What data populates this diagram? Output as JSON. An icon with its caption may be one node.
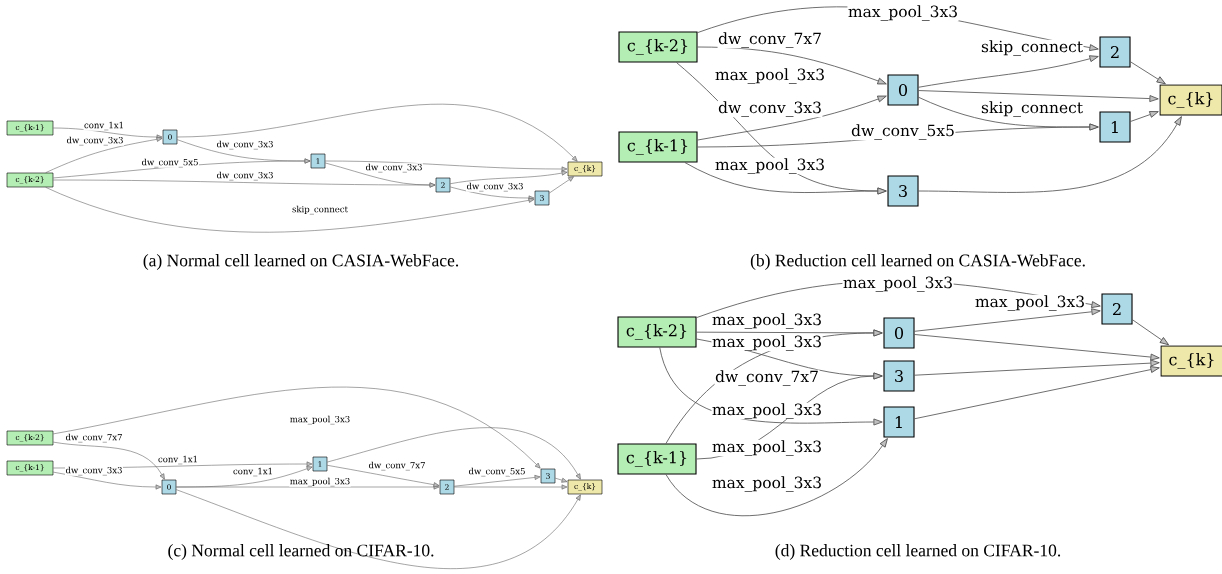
{
  "diagram": {
    "nodes": [
      {
        "text": [
          "c_{k-1}"
        ]
      },
      {
        "text": [
          "c_{k-2}"
        ]
      },
      {
        "text": [
          "0"
        ]
      },
      {
        "text": [
          "1"
        ]
      },
      {
        "text": [
          "2"
        ]
      },
      {
        "text": [
          "3"
        ]
      },
      {
        "text": [
          "c_{k}"
        ]
      },
      {
        "text": [
          "c_{k-2}"
        ]
      },
      {
        "text": [
          "c_{k-1}"
        ]
      },
      {
        "text": [
          "0"
        ]
      },
      {
        "text": [
          "2"
        ]
      },
      {
        "text": [
          "1"
        ]
      },
      {
        "text": [
          "3"
        ]
      },
      {
        "text": [
          "c_{k}"
        ]
      },
      {
        "text": [
          "c_{k-2}"
        ]
      },
      {
        "text": [
          "c_{k-1}"
        ]
      },
      {
        "text": [
          "0"
        ]
      },
      {
        "text": [
          "1"
        ]
      },
      {
        "text": [
          "2"
        ]
      },
      {
        "text": [
          "3"
        ]
      },
      {
        "text": [
          "c_{k}"
        ]
      },
      {
        "text": [
          "c_{k-2}"
        ]
      },
      {
        "text": [
          "c_{k-1}"
        ]
      },
      {
        "text": [
          "2"
        ]
      },
      {
        "text": [
          "0"
        ]
      },
      {
        "text": [
          "3"
        ]
      },
      {
        "text": [
          "1"
        ]
      },
      {
        "text": [
          "c_{k}"
        ]
      }
    ],
    "edges": [
      {
        "from": 0,
        "to": 2,
        "arrow": "to",
        "label": "conv_1x1"
      },
      {
        "from": 1,
        "to": 2,
        "arrow": "to",
        "label": "dw_conv_3x3"
      },
      {
        "from": 2,
        "to": 3,
        "arrow": "to",
        "label": "dw_conv_3x3"
      },
      {
        "from": 1,
        "to": 3,
        "arrow": "to",
        "label": "dw_conv_5x5"
      },
      {
        "from": 3,
        "to": 4,
        "arrow": "to",
        "label": "dw_conv_3x3"
      },
      {
        "from": 1,
        "to": 4,
        "arrow": "to",
        "label": "dw_conv_3x3"
      },
      {
        "from": 4,
        "to": 5,
        "arrow": "to",
        "label": "dw_conv_3x3"
      },
      {
        "from": 1,
        "to": 5,
        "arrow": "to",
        "label": "skip_connect"
      },
      {
        "from": 2,
        "to": 6,
        "arrow": "to"
      },
      {
        "from": 3,
        "to": 6,
        "arrow": "to"
      },
      {
        "from": 4,
        "to": 6,
        "arrow": "to"
      },
      {
        "from": 5,
        "to": 6,
        "arrow": "to"
      },
      {
        "from": 7,
        "to": 10,
        "arrow": "to",
        "label": "max_pool_3x3"
      },
      {
        "from": 7,
        "to": 9,
        "arrow": "to",
        "label": "dw_conv_7x7"
      },
      {
        "from": 7,
        "to": 12,
        "arrow": "to",
        "label": "max_pool_3x3"
      },
      {
        "from": 8,
        "to": 9,
        "arrow": "to",
        "label": "dw_conv_3x3"
      },
      {
        "from": 8,
        "to": 11,
        "arrow": "to",
        "label": "dw_conv_5x5"
      },
      {
        "from": 8,
        "to": 12,
        "arrow": "to",
        "label": "max_pool_3x3"
      },
      {
        "from": 9,
        "to": 10,
        "arrow": "to",
        "label": "skip_connect"
      },
      {
        "from": 9,
        "to": 11,
        "arrow": "to",
        "label": "skip_connect"
      },
      {
        "from": 9,
        "to": 13,
        "arrow": "to"
      },
      {
        "from": 10,
        "to": 13,
        "arrow": "to"
      },
      {
        "from": 11,
        "to": 13,
        "arrow": "to"
      },
      {
        "from": 12,
        "to": 13,
        "arrow": "to"
      },
      {
        "from": 14,
        "to": 19,
        "arrow": "to",
        "label": "max_pool_3x3"
      },
      {
        "from": 14,
        "to": 16,
        "arrow": "to",
        "label": "dw_conv_7x7"
      },
      {
        "from": 15,
        "to": 17,
        "arrow": "to",
        "label": "conv_1x1"
      },
      {
        "from": 15,
        "to": 16,
        "arrow": "to",
        "label": "dw_conv_3x3"
      },
      {
        "from": 16,
        "to": 17,
        "arrow": "to",
        "label": "conv_1x1"
      },
      {
        "from": 16,
        "to": 18,
        "arrow": "to",
        "label": "max_pool_3x3"
      },
      {
        "from": 17,
        "to": 18,
        "arrow": "to",
        "label": "dw_conv_7x7"
      },
      {
        "from": 18,
        "to": 19,
        "arrow": "to",
        "label": "dw_conv_5x5"
      },
      {
        "from": 17,
        "to": 20,
        "arrow": "to"
      },
      {
        "from": 19,
        "to": 20,
        "arrow": "to"
      },
      {
        "from": 18,
        "to": 20,
        "arrow": "to"
      },
      {
        "from": 16,
        "to": 20,
        "arrow": "to"
      },
      {
        "from": 21,
        "to": 23,
        "arrow": "to",
        "label": "max_pool_3x3"
      },
      {
        "from": 21,
        "to": 24,
        "arrow": "to",
        "label": "max_pool_3x3"
      },
      {
        "from": 21,
        "to": 25,
        "arrow": "to",
        "label": "max_pool_3x3"
      },
      {
        "from": 21,
        "to": 26,
        "arrow": "to",
        "label": "max_pool_3x3"
      },
      {
        "from": 22,
        "to": 24,
        "arrow": "to",
        "label": "dw_conv_7x7"
      },
      {
        "from": 22,
        "to": 25,
        "arrow": "to",
        "label": "max_pool_3x3"
      },
      {
        "from": 22,
        "to": 26,
        "arrow": "to",
        "label": "max_pool_3x3"
      },
      {
        "from": 24,
        "to": 23,
        "arrow": "to",
        "label": "max_pool_3x3"
      },
      {
        "from": 24,
        "to": 27,
        "arrow": "to"
      },
      {
        "from": 25,
        "to": 27,
        "arrow": "to"
      },
      {
        "from": 26,
        "to": 27,
        "arrow": "to"
      },
      {
        "from": 23,
        "to": 27,
        "arrow": "to"
      }
    ],
    "labels": [
      "(a) Normal cell learned on CASIA-WebFace.",
      "(b) Reduction cell learned on CASIA-WebFace.",
      "(c) Normal cell learned on CIFAR-10.",
      "(d) Reduction cell learned on CIFAR-10."
    ]
  }
}
